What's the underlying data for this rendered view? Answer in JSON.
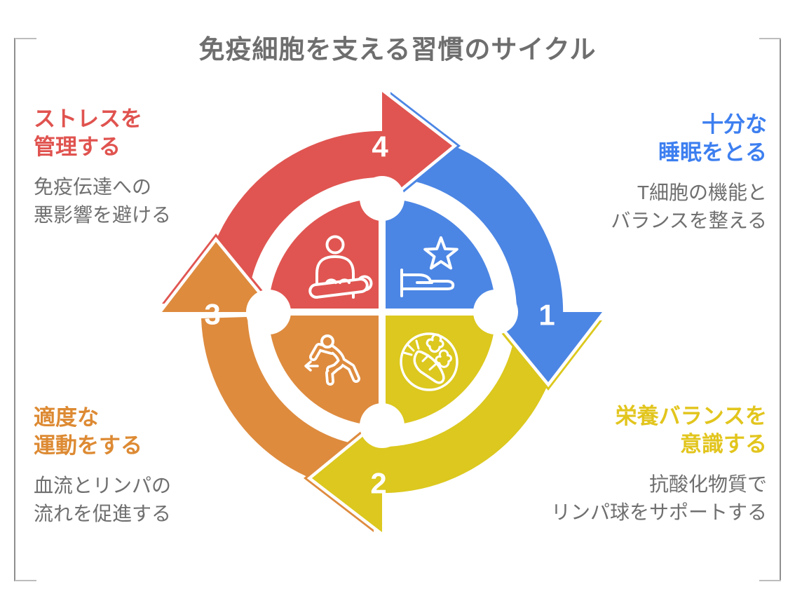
{
  "title": "免疫細胞を支える習慣のサイクル",
  "title_color": "#6e6e6e",
  "frame_color": "#8f8f8f",
  "desc_color": "#6f6f6f",
  "number_color": "#ffffff",
  "icon_stroke_color": "#ffffff",
  "steps": [
    {
      "number": "1",
      "heading": "十分な\n睡眠をとる",
      "desc": "T細胞の機能と\nバランスを整える",
      "color": "#4c86e4",
      "heading_color": "#3d7ff0",
      "icon": "bed-star-icon",
      "position": "top-right"
    },
    {
      "number": "2",
      "heading": "栄養バランスを\n意識する",
      "desc": "抗酸化物質で\nリンパ球をサポートする",
      "color": "#dcc81e",
      "heading_color": "#e2c51d",
      "icon": "nutrition-icon",
      "position": "bottom-right"
    },
    {
      "number": "3",
      "heading": "適度な\n運動をする",
      "desc": "血流とリンパの\n流れを促進する",
      "color": "#de8b3e",
      "heading_color": "#dd8a33",
      "icon": "runner-icon",
      "position": "bottom-left"
    },
    {
      "number": "4",
      "heading": "ストレスを\n管理する",
      "desc": "免疫伝達への\n悪影響を避ける",
      "color": "#e05551",
      "heading_color": "#e0534f",
      "icon": "meditation-icon",
      "position": "top-left"
    }
  ]
}
